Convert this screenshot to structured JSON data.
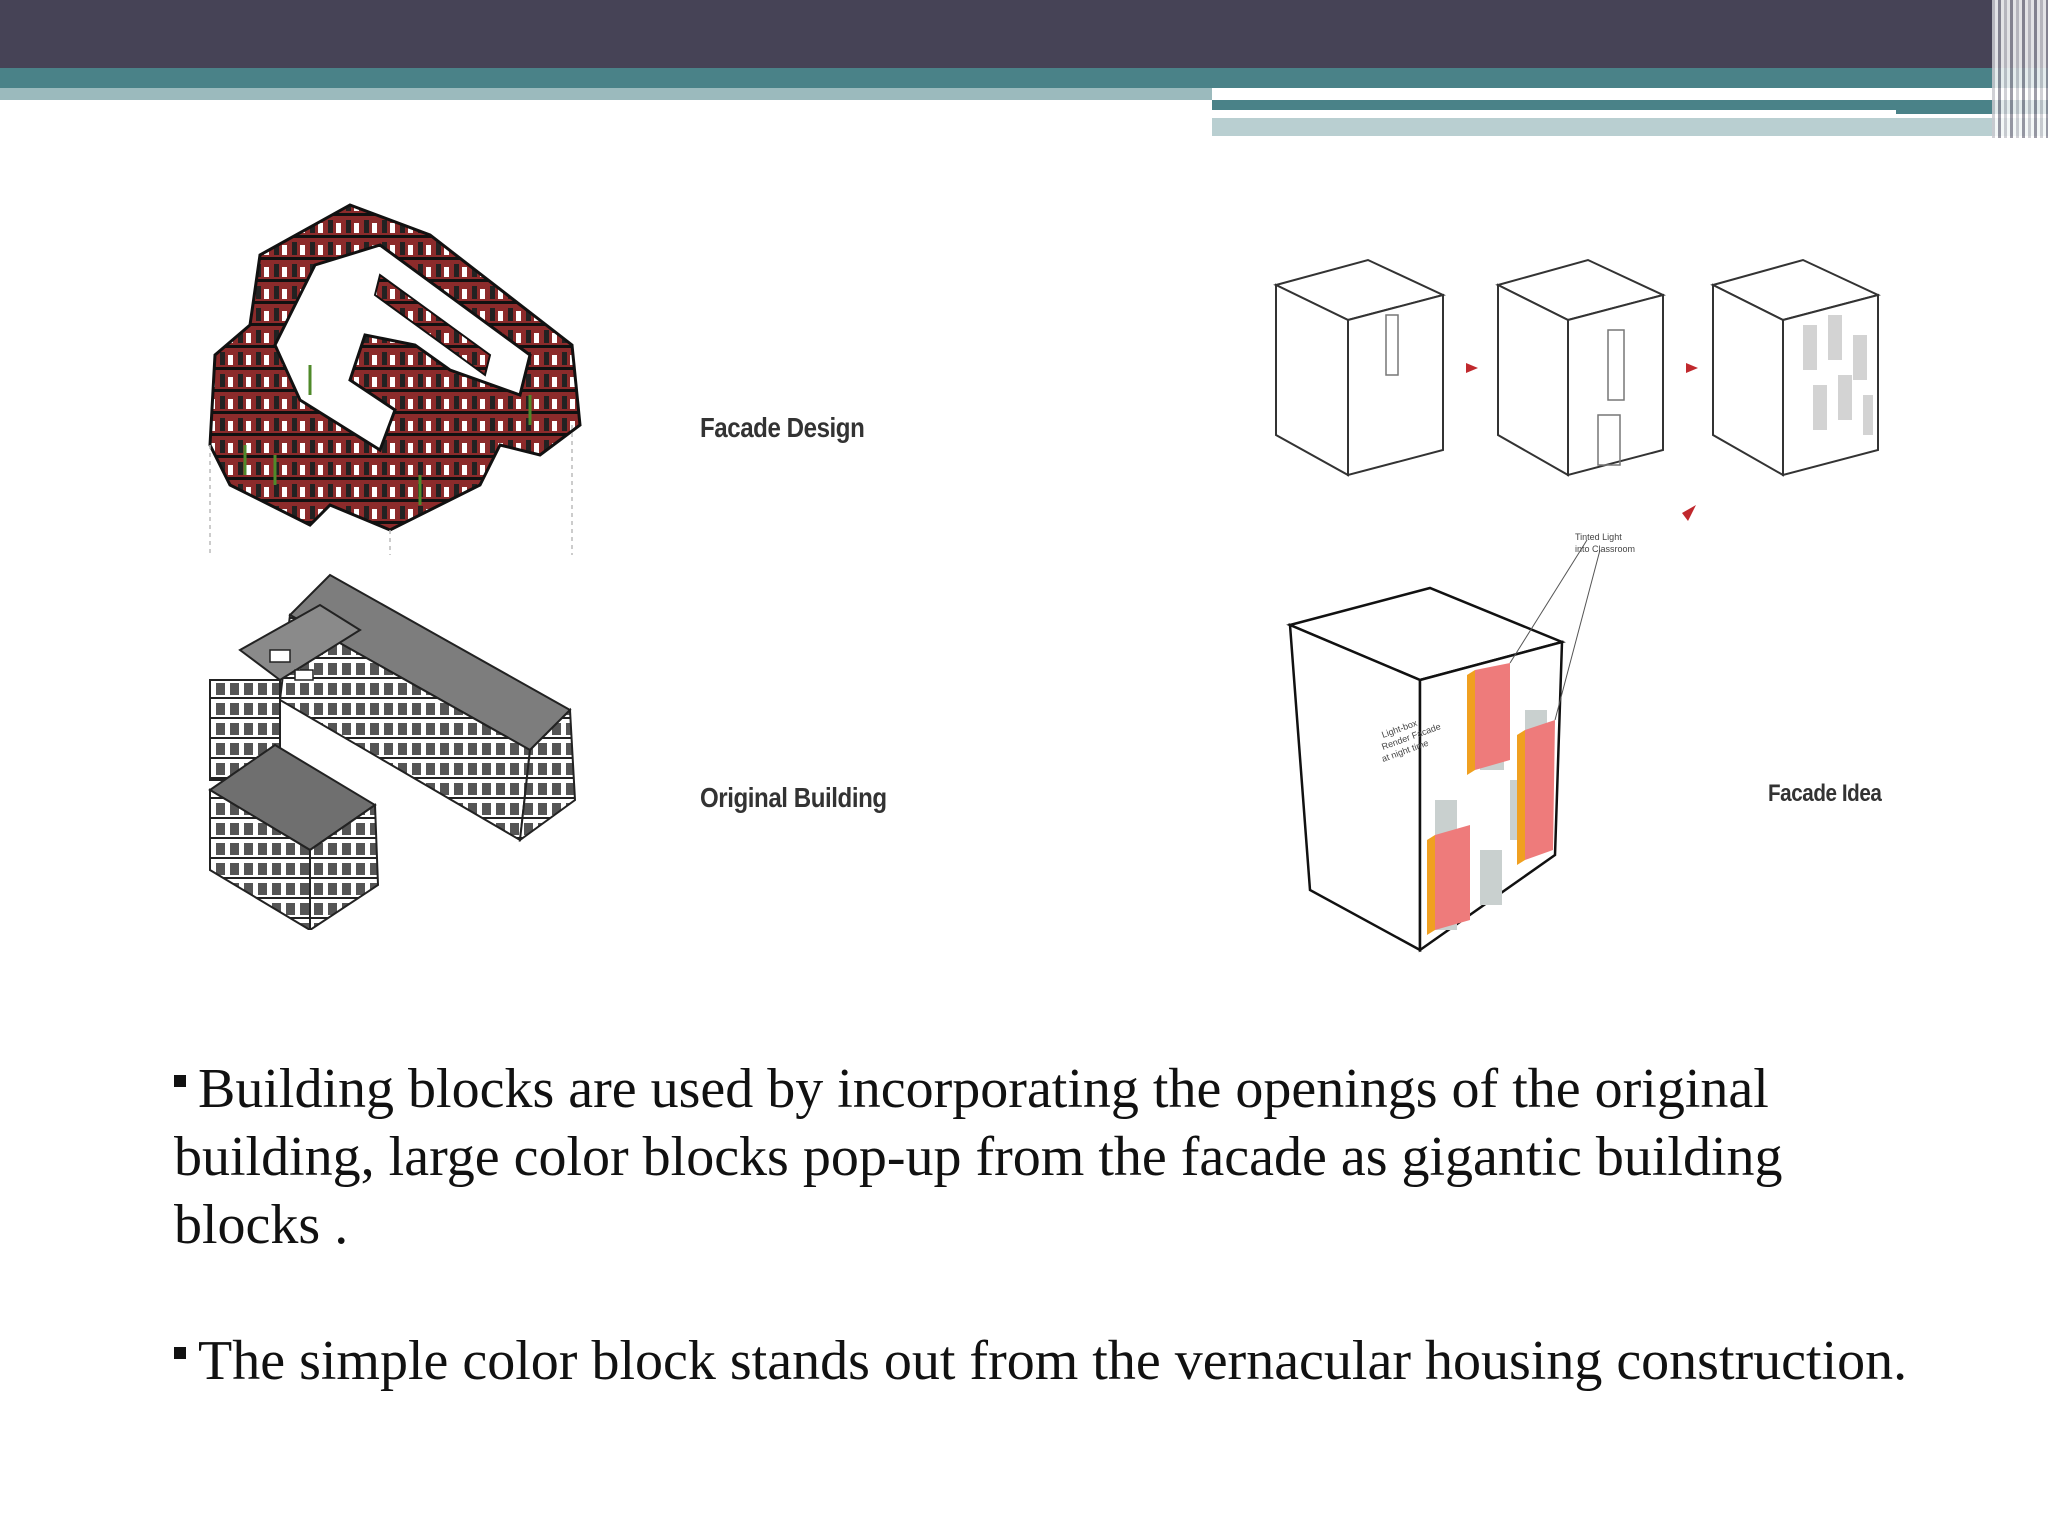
{
  "figure": {
    "facade_design_label": "Facade Design",
    "original_building_label": "Original Building",
    "facade_idea_label": "Facade Idea"
  },
  "bullets": [
    {
      "text": "Building blocks are used by incorporating the openings of the original building, large color blocks  pop-up from the facade as gigantic building blocks ."
    },
    {
      "text": "The simple color block stands out from the vernacular housing construction."
    }
  ],
  "colors": {
    "header_dark": "#464356",
    "header_teal": "#4a8288",
    "header_light_teal": "#9bbabd",
    "facade_red": "#8c2b2b",
    "facade_pink": "#ee7b7b",
    "facade_orange": "#f0a020"
  }
}
